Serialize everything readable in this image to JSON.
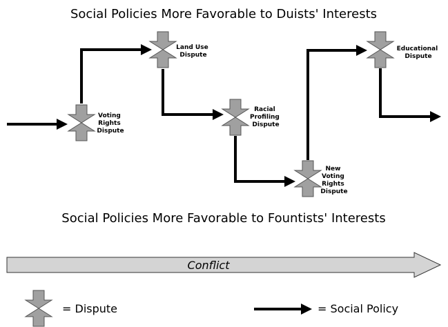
{
  "titles": {
    "top": "Social Policies More Favorable to Duists' Interests",
    "bottom": "Social Policies More Favorable to Fountists' Interests"
  },
  "disputes": [
    {
      "lines": [
        "Voting",
        "Rights",
        "Dispute"
      ]
    },
    {
      "lines": [
        "Land Use",
        "Dispute"
      ]
    },
    {
      "lines": [
        "Racial",
        "Profiling",
        "Dispute"
      ]
    },
    {
      "lines": [
        "New",
        "Voting",
        "Rights",
        "Dispute"
      ]
    },
    {
      "lines": [
        "Educational",
        "Dispute"
      ]
    }
  ],
  "conflict_label": "Conflict",
  "legend": {
    "dispute": "= Dispute",
    "policy": "= Social Policy"
  },
  "colors": {
    "dispute_fill": "#a0a0a0",
    "conflict_fill": "#d4d4d4",
    "policy": "#000000"
  }
}
